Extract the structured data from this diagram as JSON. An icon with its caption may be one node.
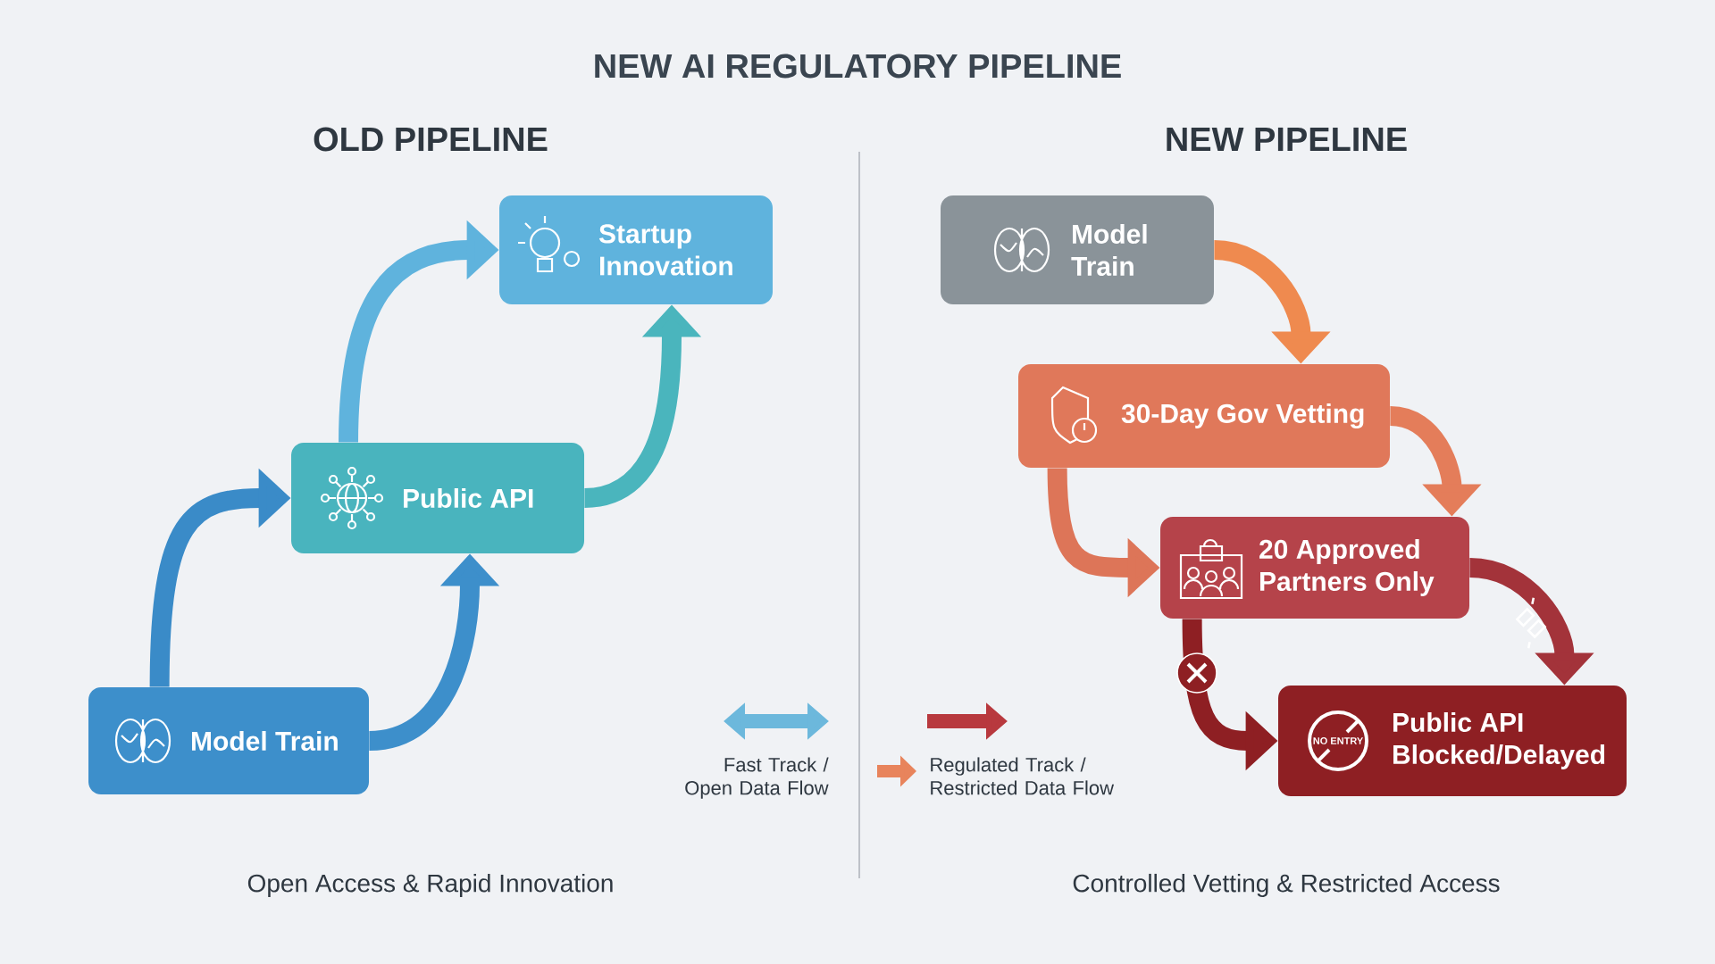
{
  "diagram": {
    "title": "NEW AI REGULATORY PIPELINE",
    "nodes": [
      {
        "text": [
          "Model Train"
        ]
      },
      {
        "text": [
          "Public API"
        ]
      },
      {
        "text": [
          "Startup Innovation"
        ]
      },
      {
        "text": [
          "Model Train"
        ]
      },
      {
        "text": [
          "30-Day Gov Vetting"
        ]
      },
      {
        "text": [
          "20 Approved Partners Only"
        ]
      },
      {
        "text": [
          "Public API Blocked/Delayed"
        ]
      }
    ],
    "edges": [
      {
        "from": 0,
        "to": 1,
        "arrow": "to",
        "color": "#3a8bc8"
      },
      {
        "from": 0,
        "to": 1,
        "arrow": "to",
        "color": "#3d8fcb"
      },
      {
        "from": 1,
        "to": 2,
        "arrow": "to",
        "color": "#5fb3dd"
      },
      {
        "from": 1,
        "to": 2,
        "arrow": "to",
        "color": "#4ab5bd"
      },
      {
        "from": 3,
        "to": 4,
        "arrow": "to",
        "color": "#ef8a4f"
      },
      {
        "from": 4,
        "to": 5,
        "arrow": "to",
        "color": "#e47d5a"
      },
      {
        "from": 4,
        "to": 5,
        "arrow": "to",
        "color": "#dd7558"
      },
      {
        "from": 5,
        "to": 6,
        "arrow": "to",
        "color": "#a3333a"
      },
      {
        "from": 5,
        "to": 6,
        "arrow": "to",
        "color": "#8e1f23"
      }
    ],
    "labels": [
      "OLD PIPELINE",
      "NEW PIPELINE",
      "NO ENTRY",
      "Open Access & Rapid Innovation",
      "Controlled Vetting & Restricted Access"
    ],
    "legend": [
      {
        "text": "Fast Track / Open Data Flow"
      },
      {
        "text": "Regulated Track / Restricted Data Flow"
      }
    ]
  }
}
